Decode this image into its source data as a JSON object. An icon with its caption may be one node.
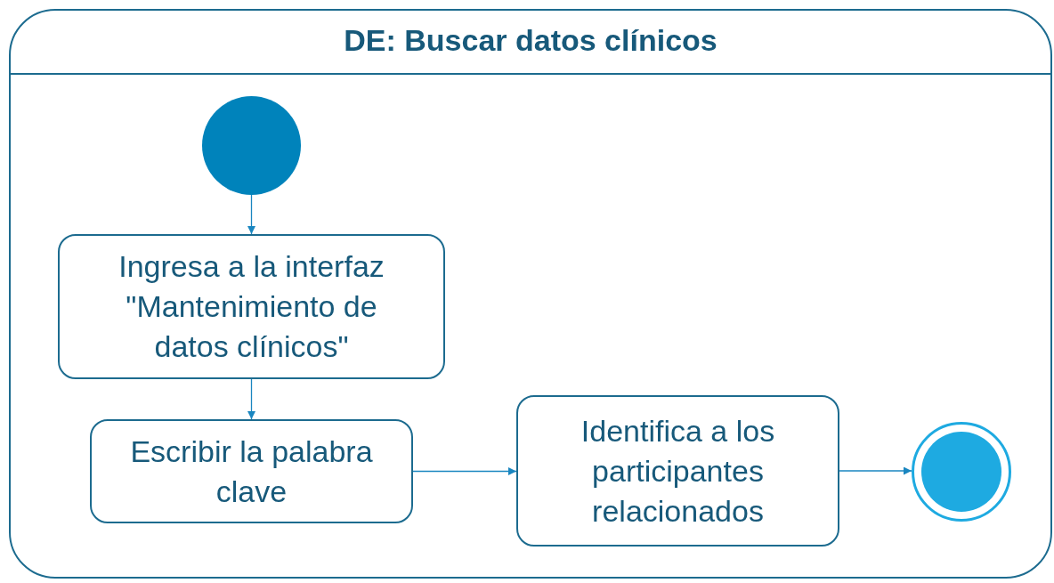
{
  "diagram": {
    "nodes": [
      {
        "text": [
          "DE: Buscar datos clínicos"
        ]
      },
      {
        "text": [],
        "shape": "circle",
        "in": 0
      },
      {
        "text": [
          "Ingresa a la interfaz \"Mantenimiento de datos clínicos\""
        ],
        "in": 0
      },
      {
        "text": [
          "Escribir la palabra clave"
        ],
        "in": 0
      },
      {
        "text": [
          "Identifica a los participantes relacionados"
        ],
        "in": 0
      },
      {
        "text": [],
        "shape": "circle",
        "in": 0
      }
    ],
    "edges": [
      {
        "from": 1,
        "to": 2,
        "arrow": "to"
      },
      {
        "from": 2,
        "to": 3,
        "arrow": "to"
      },
      {
        "from": 3,
        "to": 4,
        "arrow": "to"
      },
      {
        "from": 4,
        "to": 5,
        "arrow": "to"
      }
    ]
  }
}
